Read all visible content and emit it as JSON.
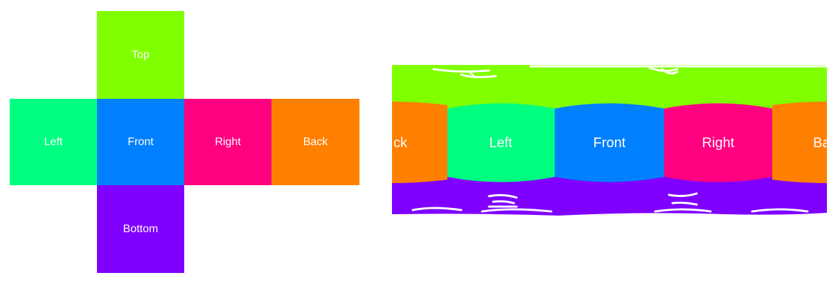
{
  "cube_net": {
    "faces": [
      {
        "id": "top",
        "label": "Top",
        "color": "#80FF00"
      },
      {
        "id": "left",
        "label": "Left",
        "color": "#00FF80"
      },
      {
        "id": "front",
        "label": "Front",
        "color": "#0080FF"
      },
      {
        "id": "right",
        "label": "Right",
        "color": "#FF0080"
      },
      {
        "id": "back",
        "label": "Back",
        "color": "#FF8000"
      },
      {
        "id": "bottom",
        "label": "Bottom",
        "color": "#8000FF"
      }
    ]
  },
  "panorama": {
    "band_labels": {
      "back_left_fragment": "ck",
      "left": "Left",
      "front": "Front",
      "right": "Right",
      "back_right_fragment": "Ba"
    },
    "colors": {
      "top": "#80FF00",
      "bottom": "#8000FF",
      "left": "#00FF80",
      "front": "#0080FF",
      "right": "#FF0080",
      "back": "#FF8000"
    }
  }
}
